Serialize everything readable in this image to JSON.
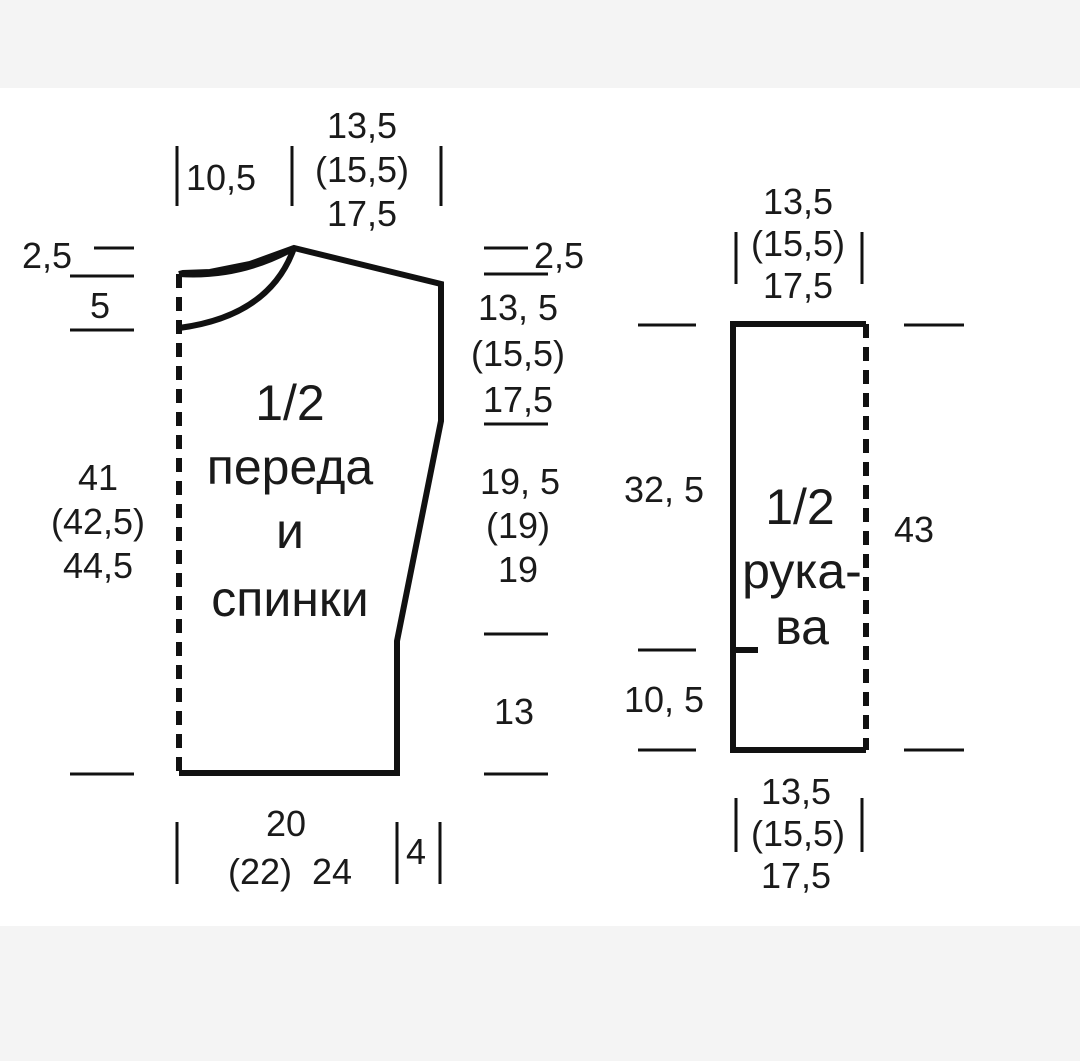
{
  "body": {
    "label_line1": "1/2",
    "label_line2": "переда",
    "label_line3": "и",
    "label_line4": "спинки",
    "top_shoulder": "10,5",
    "top_neck_1": "13,5",
    "top_neck_2": "(15,5)",
    "top_neck_3": "17,5",
    "left_25": "2,5",
    "left_5": "5",
    "left_h1": "41",
    "left_h2": "(42,5)",
    "left_h3": "44,5",
    "right_25": "2,5",
    "right_a1": "13, 5",
    "right_a2": "(15,5)",
    "right_a3": "17,5",
    "right_b1": "19, 5",
    "right_b2": "(19)",
    "right_b3": "19",
    "right_c": "13",
    "bottom_w1": "20",
    "bottom_w2": "(22)  24",
    "bottom_4": "4"
  },
  "sleeve": {
    "label_line1": "1/2",
    "label_line2": "рука-",
    "label_line3": "ва",
    "top_1": "13,5",
    "top_2": "(15,5)",
    "top_3": "17,5",
    "left_a": "32, 5",
    "left_b": "10, 5",
    "right_h": "43",
    "bottom_1": "13,5",
    "bottom_2": "(15,5)",
    "bottom_3": "17,5"
  }
}
